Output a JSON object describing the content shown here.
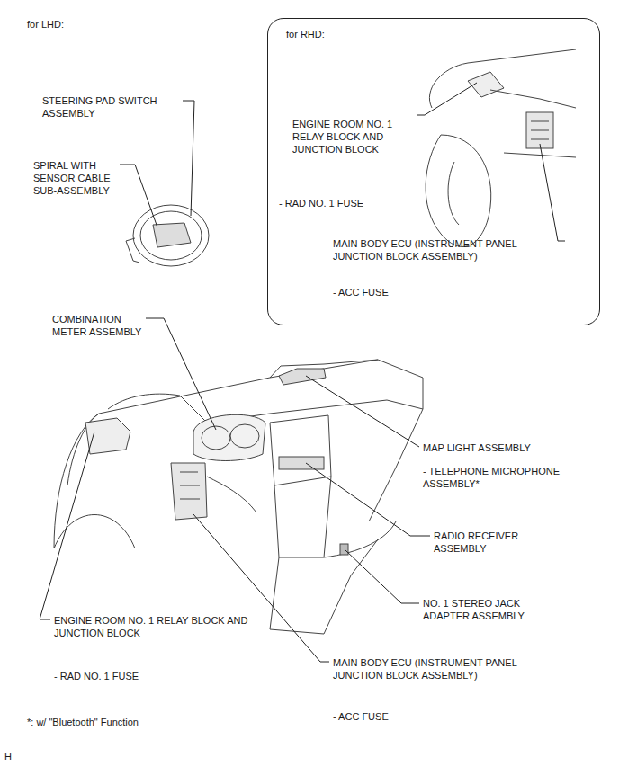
{
  "diagram": {
    "nodes": [
      {
        "text": [
          "for RHD:",
          "ENGINE ROOM NO. 1 RELAY BLOCK AND JUNCTION BLOCK",
          "- RAD NO. 1 FUSE",
          "MAIN BODY ECU (INSTRUMENT PANEL JUNCTION BLOCK ASSEMBLY)",
          "- ACC FUSE"
        ]
      }
    ],
    "labels": [
      "for LHD:",
      "STEERING PAD SWITCH ASSEMBLY",
      "SPIRAL WITH SENSOR CABLE SUB-ASSEMBLY",
      "COMBINATION METER ASSEMBLY",
      "MAP LIGHT ASSEMBLY",
      "- TELEPHONE MICROPHONE ASSEMBLY*",
      "RADIO RECEIVER ASSEMBLY",
      "NO. 1 STEREO JACK ADAPTER ASSEMBLY",
      "ENGINE ROOM NO. 1 RELAY BLOCK AND JUNCTION BLOCK",
      "- RAD NO. 1 FUSE",
      "MAIN BODY ECU (INSTRUMENT PANEL JUNCTION BLOCK ASSEMBLY)",
      "- ACC FUSE",
      "*: w/ \"Bluetooth\" Function",
      "H"
    ]
  }
}
